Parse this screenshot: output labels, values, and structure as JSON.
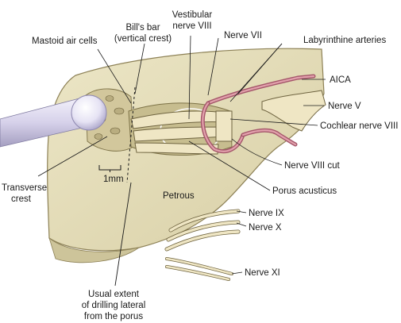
{
  "labels": {
    "vestibular_nerve": [
      "Vestibular",
      "nerve VIII"
    ],
    "bills_bar": [
      "Bill's bar",
      "(vertical crest)"
    ],
    "nerve_vii": "Nerve VII",
    "labyrinthine_arteries": "Labyrinthine arteries",
    "mastoid_air_cells": "Mastoid air cells",
    "aica": "AICA",
    "nerve_v": "Nerve V",
    "cochlear_nerve": "Cochlear nerve VIII",
    "nerve_viii_cut": "Nerve VIII cut",
    "transverse_crest": [
      "Transverse",
      "crest"
    ],
    "scale": "1mm",
    "petrous": "Petrous",
    "porus_acusticus": "Porus acusticus",
    "nerve_ix": "Nerve IX",
    "nerve_x": "Nerve X",
    "nerve_xi": "Nerve XI",
    "drilling_extent": [
      "Usual extent",
      "of drilling lateral",
      "from the porus"
    ]
  },
  "colors": {
    "bone": "#e4ddb9",
    "bone_shadow": "#cdc49a",
    "nerve": "#efe6c4",
    "artery": "#a4566a",
    "drill": "#d9d3ee"
  }
}
